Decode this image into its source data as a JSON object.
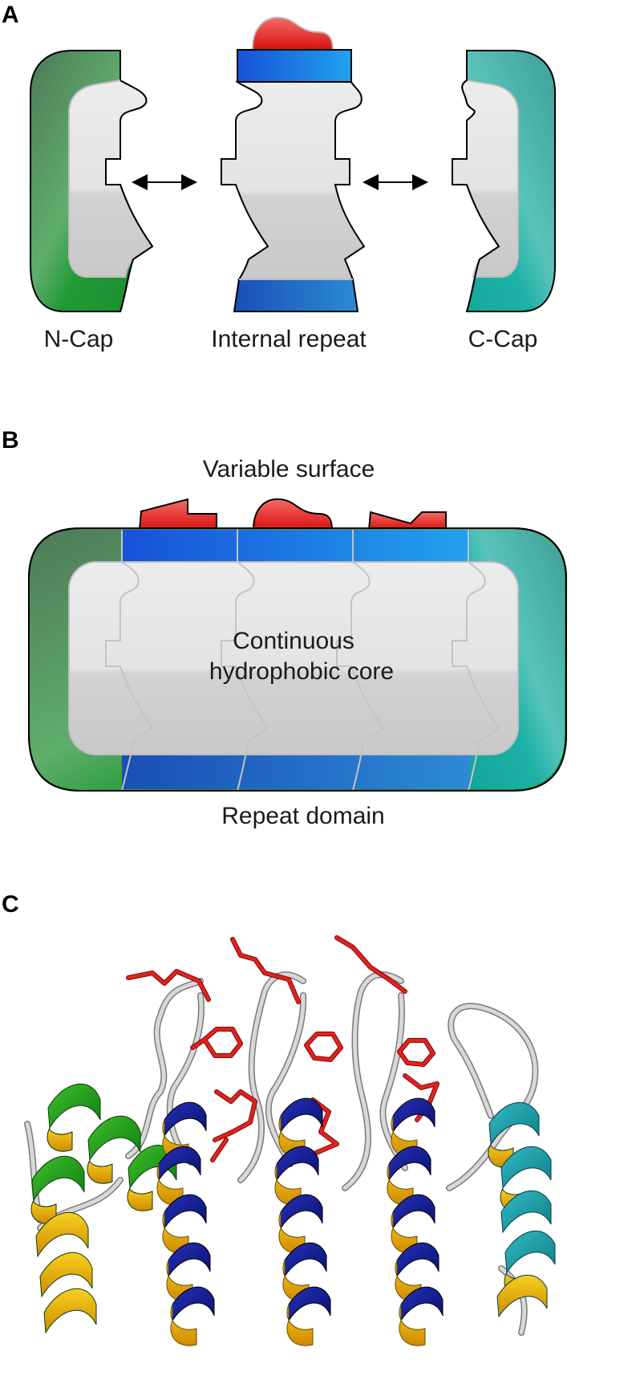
{
  "panel_a": {
    "letter": "A",
    "ncap_label": "N-Cap",
    "internal_label": "Internal repeat",
    "ccap_label": "C-Cap"
  },
  "panel_b": {
    "letter": "B",
    "top_label": "Variable surface",
    "core_line1": "Continuous",
    "core_line2": "hydrophobic core",
    "bottom_label": "Repeat domain"
  },
  "panel_c": {
    "letter": "C"
  },
  "colors": {
    "ncap_green": "#1f9a34",
    "ccap_teal": "#2ab5ae",
    "repeat_blue": "#1f6fe0",
    "variable_red": "#e4211d",
    "core_grey": "#d9d9d9",
    "helix_navy": "#12198c",
    "helix_yellow": "#e8b300",
    "loop_grey": "#c8c8c8"
  }
}
